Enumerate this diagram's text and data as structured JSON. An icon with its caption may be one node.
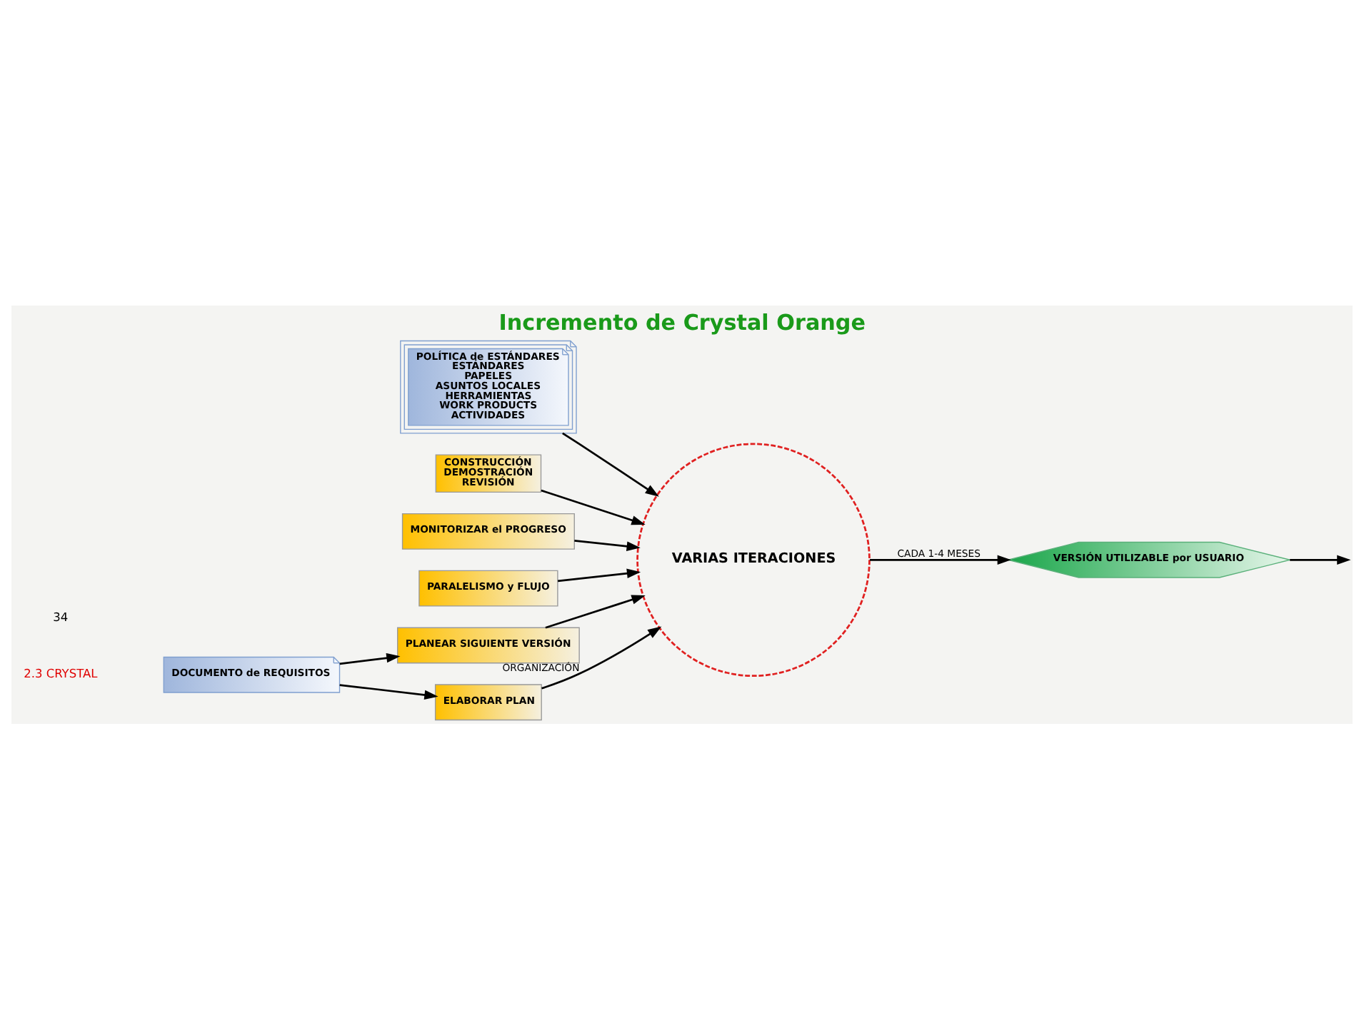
{
  "diagram": {
    "title": "Incremento de Crystal Orange",
    "nodes": [
      {
        "text": [
          "DOCUMENTO de REQUISITOS"
        ]
      },
      {
        "text": [
          "PLANEAR SIGUIENTE VERSIÓN"
        ],
        "beside": [
          "ORGANIZACIÓN"
        ]
      },
      {
        "text": [
          "ELABORAR PLAN"
        ]
      },
      {
        "text": [
          "POLÍTICA de ESTÁNDARES",
          "ESTÁNDARES",
          "PAPELES",
          "ASUNTOS LOCALES",
          "HERRAMIENTAS",
          "WORK PRODUCTS",
          "ACTIVIDADES"
        ]
      },
      {
        "text": [
          "VARIAS ITERACIONES"
        ]
      },
      {
        "text": [
          "VERSIÓN UTILIZABLE por USUARIO"
        ]
      },
      {
        "text": [
          "CONSTRUCCIÓN",
          "DEMOSTRACIÓN",
          "REVISIÓN"
        ]
      },
      {
        "text": [
          "MONITORIZAR el PROGRESO"
        ]
      },
      {
        "text": [
          "PARALELISMO y FLUJO"
        ]
      }
    ],
    "edges": [
      {
        "from": 0,
        "to": 1,
        "arrow": "to"
      },
      {
        "from": 0,
        "to": 2,
        "arrow": "to"
      },
      {
        "from": 1,
        "to": 4,
        "arrow": "to"
      },
      {
        "from": 2,
        "to": 4,
        "arrow": "to"
      },
      {
        "from": 3,
        "to": 4,
        "arrow": "to"
      },
      {
        "from": 8,
        "to": 4,
        "arrow": "to"
      },
      {
        "from": 7,
        "to": 4,
        "arrow": "to"
      },
      {
        "from": 6,
        "to": 4,
        "arrow": "to"
      },
      {
        "from": 4,
        "to": 5,
        "arrow": "to",
        "label": "CADA 1-4 MESES"
      },
      {
        "from": 5,
        "to": null,
        "arrow": "to"
      }
    ],
    "labels": [
      "2.3 CRYSTAL",
      "34"
    ]
  }
}
